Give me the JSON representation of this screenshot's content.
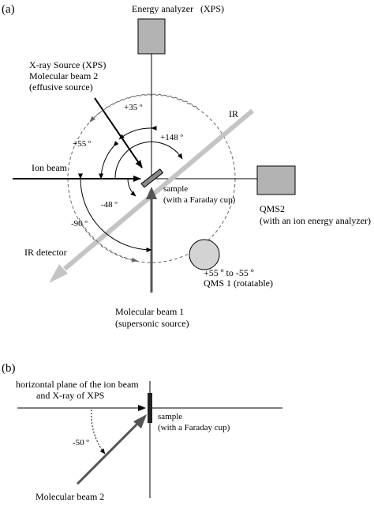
{
  "panel_a": {
    "panel_label": "(a)",
    "energy_analyzer": "Energy analyzer",
    "xps_tag": "(XPS)",
    "xray_source": [
      "X-ray Source (XPS)",
      "Molecular beam 2",
      "(effusive source)"
    ],
    "ion_beam": "Ion beam",
    "ir": "IR",
    "ir_detector": "IR detector",
    "sample": [
      "sample",
      "(with a Faraday cup)"
    ],
    "qms2": [
      "QMS2",
      "(with an ion energy analyzer)"
    ],
    "qms1": [
      "+55 º  to -55 º",
      "QMS 1 (rotatable)"
    ],
    "molecular_beam_1": [
      "Molecular beam 1",
      "(supersonic source)"
    ],
    "angles": {
      "plus35": "+35 º",
      "plus55": "+55 º",
      "plus148": "+148 º",
      "minus48": "-48 º",
      "minus90": "-90 º"
    }
  },
  "panel_b": {
    "panel_label": "(b)",
    "plane": [
      "horizontal plane of the ion beam",
      "and X-ray of XPS"
    ],
    "sample": [
      "sample",
      "(with a Faraday cup)"
    ],
    "angle": "-50 º",
    "molecular_beam_2": "Molecular beam 2"
  },
  "colors": {
    "line": "#000000",
    "gray_box": "#b3b3b3",
    "ir_beam": "#c4c4c4",
    "beam_arrow": "#555555",
    "dashed_circle": "#666666"
  }
}
